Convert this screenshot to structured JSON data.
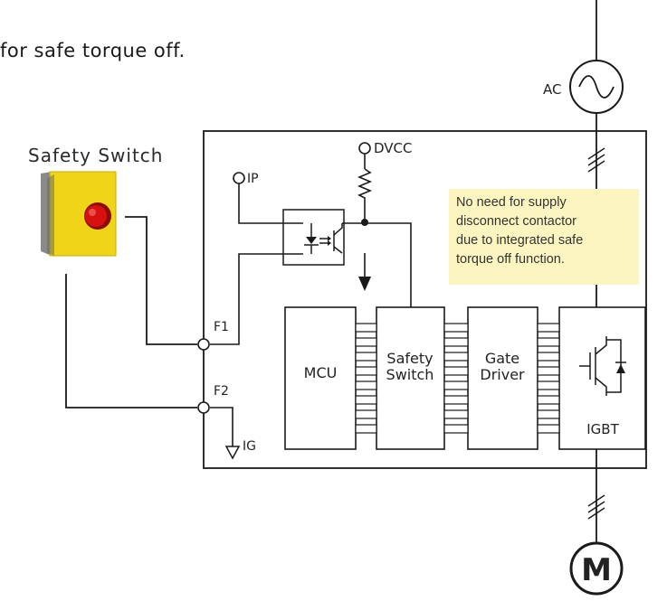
{
  "caption": "for safe torque off.",
  "safety_switch": {
    "title": "Safety Switch"
  },
  "terminals": {
    "ip": "IP",
    "dvcc": "DVCC",
    "f1": "F1",
    "f2": "F2",
    "ig": "IG"
  },
  "blocks": {
    "mcu": "MCU",
    "safety_switch": [
      "Safety",
      "Switch"
    ],
    "gate_driver": [
      "Gate",
      "Driver"
    ],
    "igbt": "IGBT"
  },
  "supply": {
    "ac": "AC"
  },
  "motor": {
    "label": "M"
  },
  "note": {
    "lines": [
      "No need for supply",
      "disconnect contactor",
      "due to integrated safe",
      "torque off function."
    ]
  },
  "colors": {
    "note_bg": "#fdf5c0",
    "switch_body": "#f0d418",
    "switch_button": "#d81010",
    "line": "#1a1a1a"
  }
}
